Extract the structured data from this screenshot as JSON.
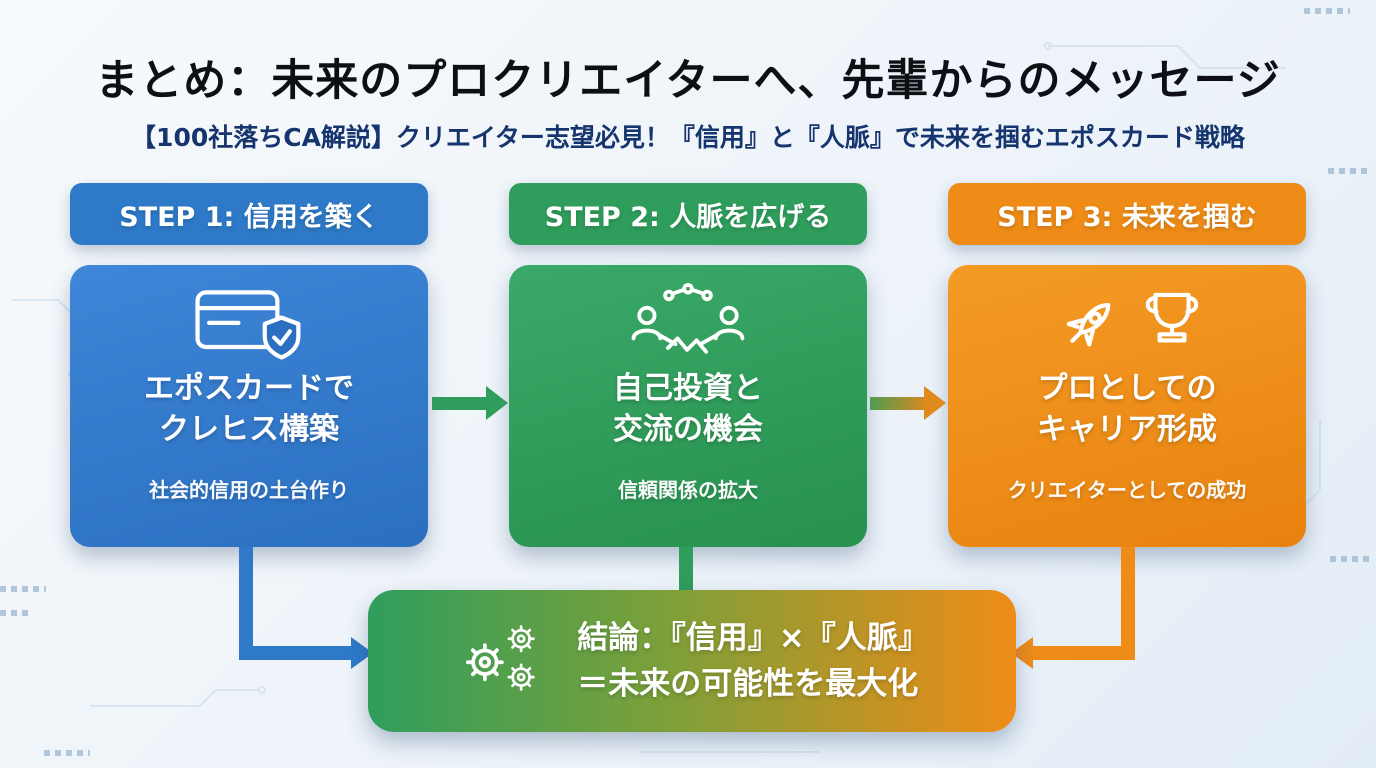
{
  "page": {
    "title": "まとめ：未来のプロクリエイターへ、先輩からのメッセージ",
    "subtitle": "【100社落ちCA解説】クリエイター志望必見！『信用』と『人脈』で未来を掴むエポスカード戦略"
  },
  "steps": [
    {
      "header": "STEP 1: 信用を築く",
      "title_line1": "エポスカードで",
      "title_line2": "クレヒス構築",
      "caption": "社会的信用の土台作り",
      "icon": "credit-card-shield-icon",
      "color": "#2e7ac8"
    },
    {
      "header": "STEP 2: 人脈を広げる",
      "title_line1": "自己投資と",
      "title_line2": "交流の機会",
      "caption": "信頼関係の拡大",
      "icon": "handshake-network-icon",
      "color": "#2f9e5c"
    },
    {
      "header": "STEP 3: 未来を掴む",
      "title_line1": "プロとしての",
      "title_line2": "キャリア形成",
      "caption": "クリエイターとしての成功",
      "icon": "rocket-trophy-icon",
      "color": "#ef8c17"
    }
  ],
  "conclusion": {
    "line1": "結論：『信用』×『人脈』",
    "line2": "＝未来の可能性を最大化",
    "icon": "gears-icon"
  },
  "colors": {
    "blue": "#2e7ac8",
    "green": "#2f9e5c",
    "orange": "#ef8c17",
    "subtitle_navy": "#16356e",
    "background": "#edf3f9"
  }
}
